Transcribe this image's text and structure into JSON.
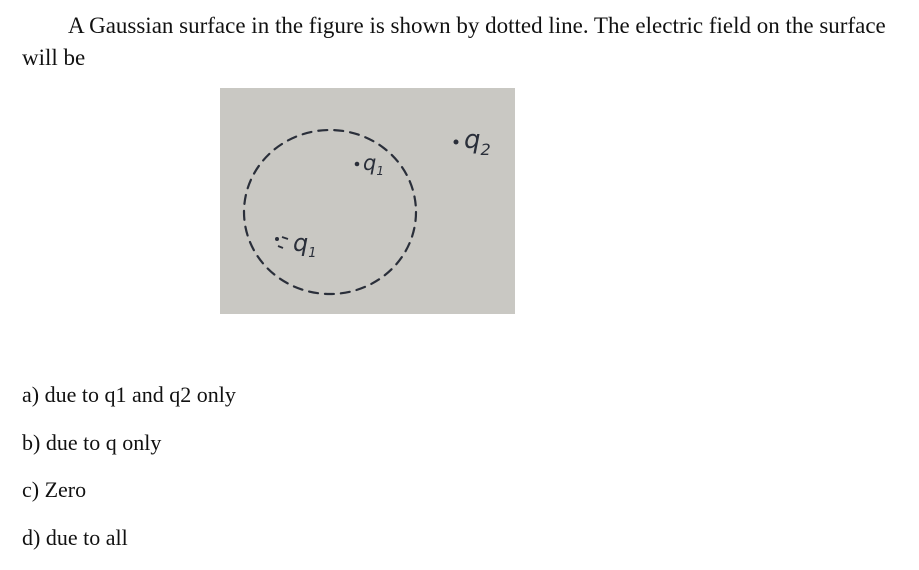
{
  "question": {
    "text": "A Gaussian surface in the figure is shown by dotted line. The electric field on the surface will be"
  },
  "figure": {
    "background_color": "#c9c8c3",
    "ink_color": "#2a2f3a",
    "labels": {
      "q1_inside": "q",
      "q1_inside_sub": "1",
      "q_inside": "q",
      "q_inside_sub": "1",
      "q2_outside": "q",
      "q2_outside_sub": "2"
    }
  },
  "options": [
    {
      "label": "a) due to q1 and q2 only"
    },
    {
      "label": "b) due to q only"
    },
    {
      "label": "c) Zero"
    },
    {
      "label": "d) due to all"
    }
  ]
}
